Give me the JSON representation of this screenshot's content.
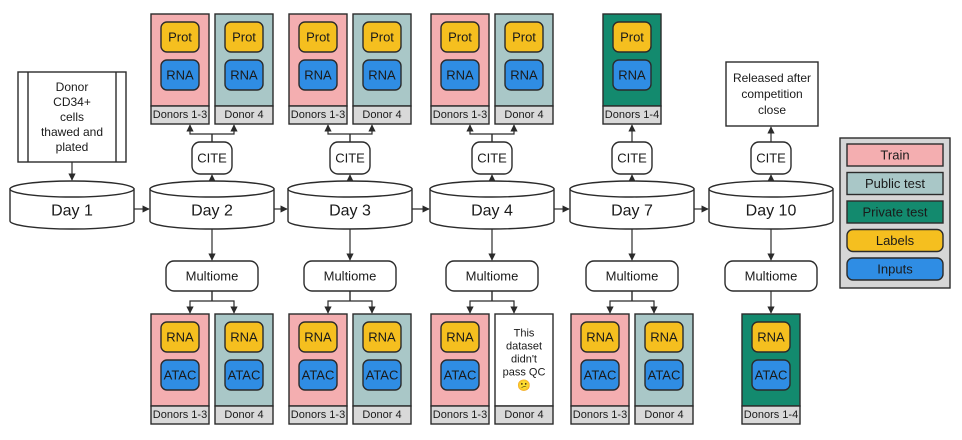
{
  "colors": {
    "train": "#f4aeb0",
    "public_test": "#a9c7c7",
    "private_test": "#138a6e",
    "labels": "#f5bf1f",
    "inputs": "#2f8de4",
    "donor_tag": "#d9d9d9",
    "legend_bg": "#d6d6d6"
  },
  "start_note": "Donor CD34+ cells thawed and plated",
  "released_note": "Released after competition close",
  "qc_note": "This dataset didn't pass QC",
  "qc_emoji": "😕",
  "days": [
    {
      "label": "Day 1"
    },
    {
      "label": "Day 2",
      "cite": "CITE",
      "multiome": "Multiome",
      "cite_panels": [
        {
          "role": "train",
          "donors": "Donors 1-3",
          "top": "Prot",
          "bottom": "RNA"
        },
        {
          "role": "public_test",
          "donors": "Donor 4",
          "top": "Prot",
          "bottom": "RNA"
        }
      ],
      "multiome_panels": [
        {
          "role": "train",
          "donors": "Donors 1-3",
          "top": "RNA",
          "bottom": "ATAC"
        },
        {
          "role": "public_test",
          "donors": "Donor 4",
          "top": "RNA",
          "bottom": "ATAC"
        }
      ]
    },
    {
      "label": "Day 3",
      "cite": "CITE",
      "multiome": "Multiome",
      "cite_panels": [
        {
          "role": "train",
          "donors": "Donors 1-3",
          "top": "Prot",
          "bottom": "RNA"
        },
        {
          "role": "public_test",
          "donors": "Donor 4",
          "top": "Prot",
          "bottom": "RNA"
        }
      ],
      "multiome_panels": [
        {
          "role": "train",
          "donors": "Donors 1-3",
          "top": "RNA",
          "bottom": "ATAC"
        },
        {
          "role": "public_test",
          "donors": "Donor 4",
          "top": "RNA",
          "bottom": "ATAC"
        }
      ]
    },
    {
      "label": "Day 4",
      "cite": "CITE",
      "multiome": "Multiome",
      "cite_panels": [
        {
          "role": "train",
          "donors": "Donors 1-3",
          "top": "Prot",
          "bottom": "RNA"
        },
        {
          "role": "public_test",
          "donors": "Donor 4",
          "top": "Prot",
          "bottom": "RNA"
        }
      ],
      "multiome_panels": [
        {
          "role": "train",
          "donors": "Donors 1-3",
          "top": "RNA",
          "bottom": "ATAC"
        },
        {
          "role": "qc_fail",
          "donors": "Donor 4"
        }
      ]
    },
    {
      "label": "Day 7",
      "cite": "CITE",
      "multiome": "Multiome",
      "cite_panels": [
        {
          "role": "private_test",
          "donors": "Donors 1-4",
          "top": "Prot",
          "bottom": "RNA"
        }
      ],
      "multiome_panels": [
        {
          "role": "train",
          "donors": "Donors 1-3",
          "top": "RNA",
          "bottom": "ATAC"
        },
        {
          "role": "public_test",
          "donors": "Donor 4",
          "top": "RNA",
          "bottom": "ATAC"
        }
      ]
    },
    {
      "label": "Day 10",
      "cite": "CITE",
      "multiome": "Multiome",
      "multiome_panels": [
        {
          "role": "private_test",
          "donors": "Donors 1-4",
          "top": "RNA",
          "bottom": "ATAC"
        }
      ]
    }
  ],
  "legend": [
    {
      "key": "train",
      "label": "Train"
    },
    {
      "key": "public_test",
      "label": "Public test"
    },
    {
      "key": "private_test",
      "label": "Private test"
    },
    {
      "key": "labels",
      "label": "Labels"
    },
    {
      "key": "inputs",
      "label": "Inputs"
    }
  ]
}
